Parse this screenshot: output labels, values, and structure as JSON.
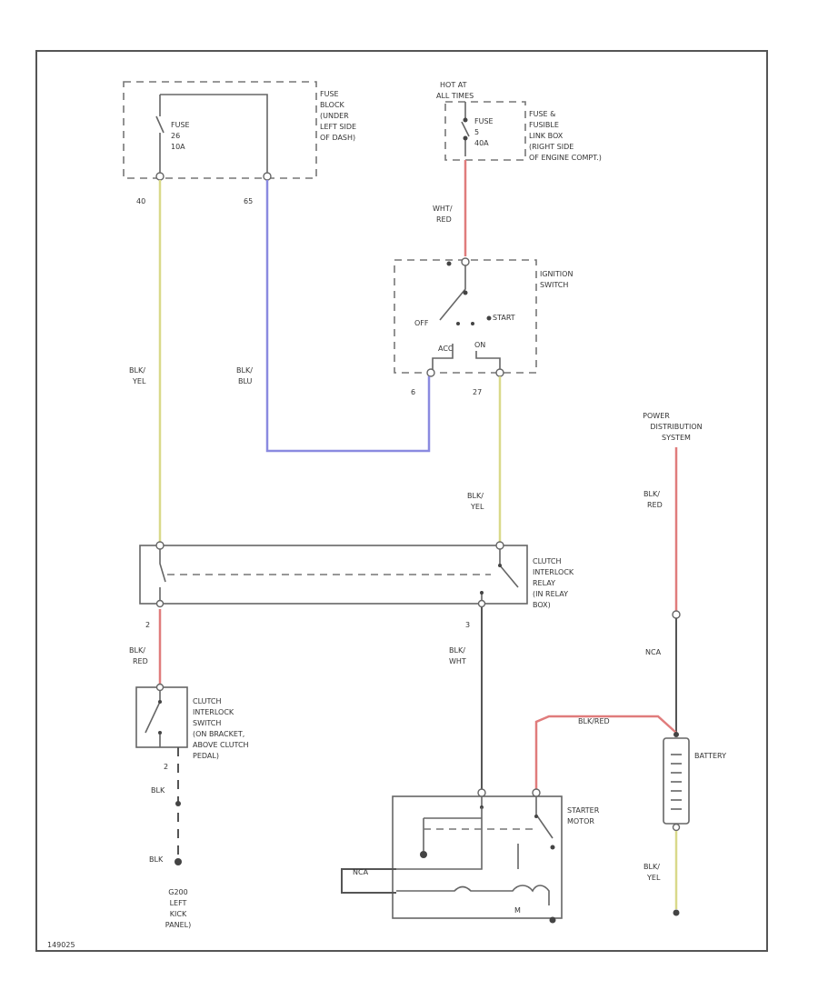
{
  "colors": {
    "frame": "#555555",
    "wire_black": "#555555",
    "wire_yellow": "#d9d98a",
    "wire_blue": "#8a8ae0",
    "wire_red": "#e07c7c"
  },
  "fuse_block": {
    "fuse_label": [
      "FUSE",
      "26",
      "10A"
    ],
    "location": [
      "FUSE",
      "BLOCK",
      "(UNDER",
      "LEFT SIDE",
      "OF DASH)"
    ],
    "pin_left": "40",
    "pin_right": "65"
  },
  "fusible_link": {
    "hot_label": [
      "HOT AT",
      "ALL TIMES"
    ],
    "fuse_label": [
      "FUSE",
      "5",
      "40A"
    ],
    "location": [
      "FUSE &",
      "FUSIBLE",
      "LINK BOX",
      "(RIGHT SIDE",
      "OF ENGINE COMPT.)"
    ]
  },
  "ignition_switch": {
    "label": [
      "IGNITION",
      "SWITCH"
    ],
    "positions": {
      "off": "OFF",
      "start": "START",
      "acc": "ACC",
      "on": "ON"
    },
    "pin_left": "6",
    "pin_right": "27"
  },
  "wires": {
    "wht_red": [
      "WHT/",
      "RED"
    ],
    "blk_yel_left": [
      "BLK/",
      "YEL"
    ],
    "blk_blu": [
      "BLK/",
      "BLU"
    ],
    "blk_yel_mid": [
      "BLK/",
      "YEL"
    ],
    "blk_red_right": [
      "BLK/",
      "RED"
    ],
    "blk_red_left": [
      "BLK/",
      "RED"
    ],
    "blk_wht": [
      "BLK/",
      "WHT"
    ],
    "blk_clutch": "BLK",
    "blk_ground": "BLK",
    "blk_red_battery": "BLK/RED",
    "nca_right": "NCA",
    "nca_starter": "NCA",
    "blk_yel_battery": [
      "BLK/",
      "YEL"
    ]
  },
  "power_distribution": [
    "POWER",
    "DISTRIBUTION",
    "SYSTEM"
  ],
  "clutch_relay": {
    "label": [
      "CLUTCH",
      "INTERLOCK",
      "RELAY",
      "(IN RELAY",
      "BOX)"
    ],
    "pin_left": "2",
    "pin_right": "3"
  },
  "clutch_switch": {
    "label": [
      "CLUTCH",
      "INTERLOCK",
      "SWITCH",
      "(ON BRACKET,",
      "ABOVE CLUTCH",
      "PEDAL)"
    ],
    "pin": "2"
  },
  "ground": [
    "G200",
    "LEFT",
    "KICK",
    "PANEL)"
  ],
  "starter": {
    "label": [
      "STARTER",
      "MOTOR"
    ],
    "m_label": "M"
  },
  "battery": {
    "label": "BATTERY"
  },
  "figure_id": "149025"
}
